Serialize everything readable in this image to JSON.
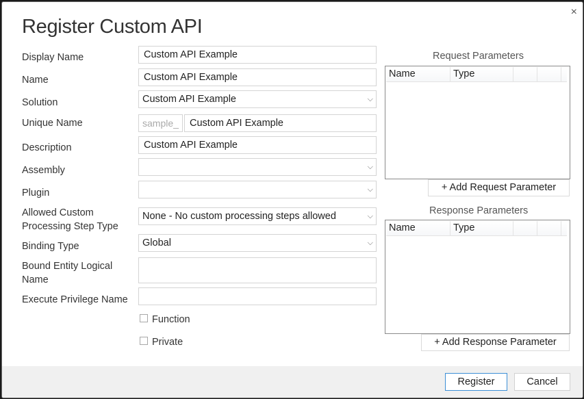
{
  "dialog": {
    "title": "Register Custom API",
    "close_icon": "×"
  },
  "form": {
    "display_name": {
      "label": "Display Name",
      "value": "Custom API Example"
    },
    "name": {
      "label": "Name",
      "value": "Custom API Example"
    },
    "solution": {
      "label": "Solution",
      "value": "Custom API Example"
    },
    "unique_name": {
      "label": "Unique Name",
      "prefix": "sample_",
      "value": "Custom API Example"
    },
    "description": {
      "label": "Description",
      "value": "Custom API Example"
    },
    "assembly": {
      "label": "Assembly",
      "value": ""
    },
    "plugin": {
      "label": "Plugin",
      "value": ""
    },
    "allowed_step_type": {
      "label_line1": "Allowed Custom",
      "label_line2": "Processing Step Type",
      "value": "None - No custom processing steps allowed"
    },
    "binding_type": {
      "label": "Binding Type",
      "value": "Global"
    },
    "bound_entity": {
      "label_line1": "Bound Entity Logical",
      "label_line2": "Name",
      "value": ""
    },
    "execute_privilege": {
      "label": "Execute Privilege Name",
      "value": ""
    },
    "function": {
      "label": "Function",
      "checked": false
    },
    "private": {
      "label": "Private",
      "checked": false
    },
    "chevron": "⌵"
  },
  "request_params": {
    "title": "Request Parameters",
    "columns": [
      "Name",
      "Type",
      "",
      ""
    ],
    "rows": [],
    "add_label": "+ Add Request Parameter"
  },
  "response_params": {
    "title": "Response Parameters",
    "columns": [
      "Name",
      "Type",
      "",
      ""
    ],
    "rows": [],
    "add_label": "+ Add Response Parameter"
  },
  "footer": {
    "register_label": "Register",
    "cancel_label": "Cancel"
  }
}
